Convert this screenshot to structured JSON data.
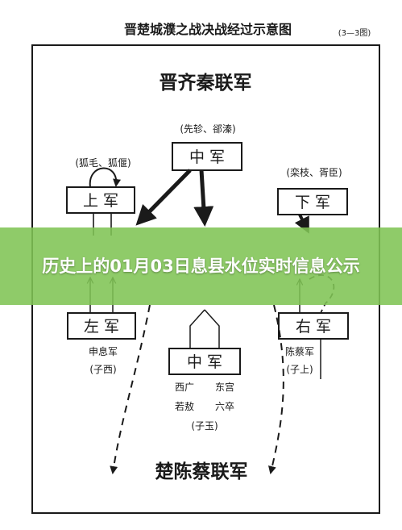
{
  "diagram": {
    "title": "晋楚城濮之战决战经过示意图",
    "figure_ref": "(3—3图)",
    "jin_label": "晋齐秦联军",
    "chu_label": "楚陈蔡联军",
    "jin_center": {
      "commanders": "(先轸、郤溱)",
      "box": "中 军"
    },
    "jin_upper": {
      "commanders": "(狐毛、狐偃)",
      "box": "上 军"
    },
    "jin_lower": {
      "commanders": "(栾枝、胥臣)",
      "box": "下 军"
    },
    "chu_left": {
      "box": "左 军",
      "army": "申息军",
      "commander": "(子西)"
    },
    "chu_right": {
      "box": "右 军",
      "army": "陈蔡军",
      "commander": "(子上)"
    },
    "chu_center": {
      "box": "中 军",
      "unit_1": "西广",
      "unit_2": "东宫",
      "unit_3": "若敖",
      "unit_4": "六卒",
      "commander": "(子玉)"
    }
  },
  "banner": {
    "title": "历史上的01月03日息县水位实时信息公示"
  },
  "colors": {
    "ink": "#1a1a1a",
    "banner": "#80c454"
  }
}
